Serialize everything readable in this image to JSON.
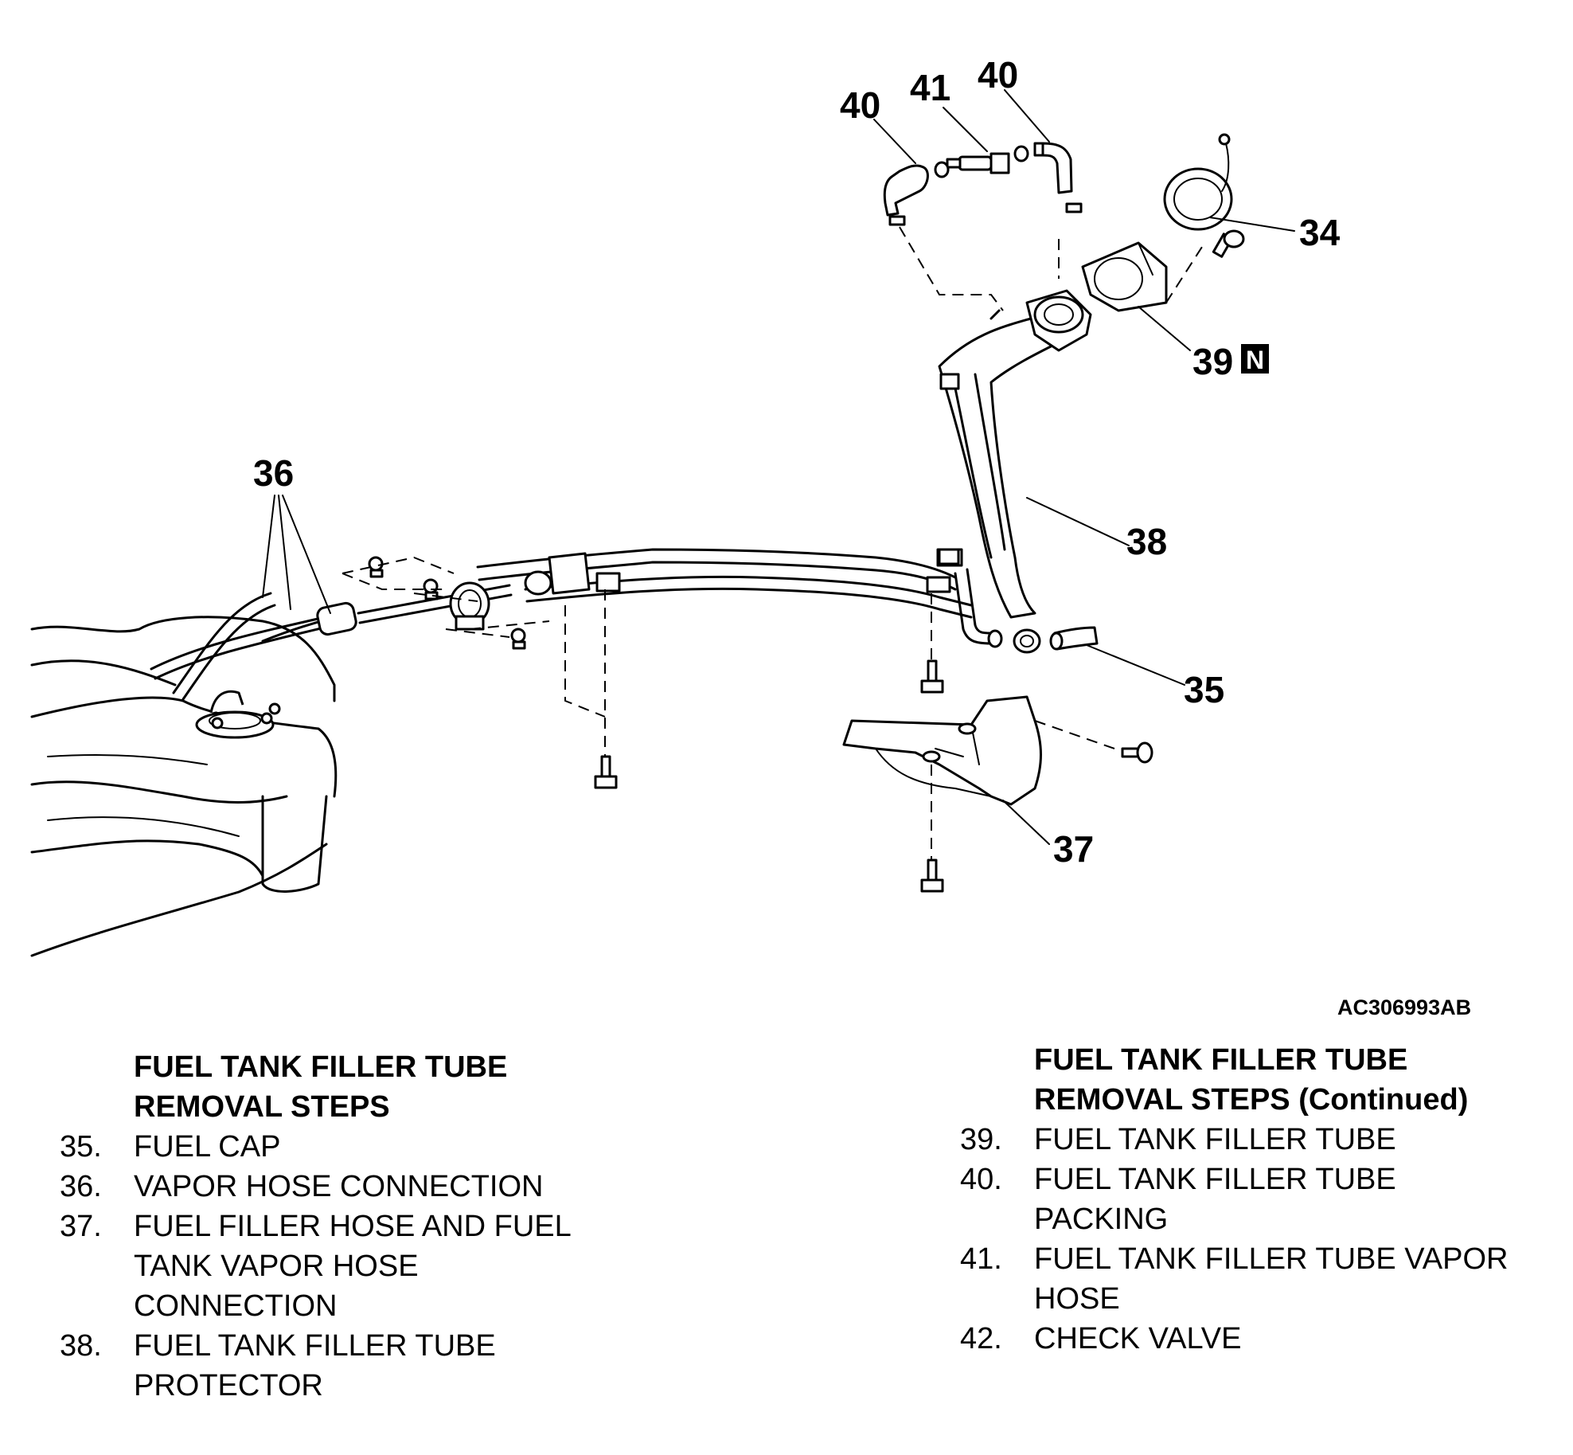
{
  "callouts": {
    "c34": "34",
    "c35": "35",
    "c36": "36",
    "c37": "37",
    "c38": "38",
    "c39": "39",
    "c39_badge": "N",
    "c40_left": "40",
    "c40_right": "40",
    "c41": "41"
  },
  "figure_code": "AC306993AB",
  "left_list": {
    "heading_line1": "FUEL TANK FILLER TUBE",
    "heading_line2": "REMOVAL STEPS",
    "items": [
      {
        "num": "35.",
        "line1": "FUEL CAP",
        "line2": "",
        "line3": ""
      },
      {
        "num": "36.",
        "line1": "VAPOR HOSE CONNECTION",
        "line2": "",
        "line3": ""
      },
      {
        "num": "37.",
        "line1": "FUEL FILLER HOSE AND FUEL",
        "line2": "TANK VAPOR HOSE",
        "line3": "CONNECTION"
      },
      {
        "num": "38.",
        "line1": "FUEL TANK FILLER TUBE",
        "line2": "PROTECTOR",
        "line3": ""
      }
    ]
  },
  "right_list": {
    "heading_line1": "FUEL TANK FILLER TUBE",
    "heading_line2": "REMOVAL STEPS (Continued)",
    "items": [
      {
        "num": "39.",
        "line1": "FUEL TANK FILLER TUBE",
        "line2": ""
      },
      {
        "num": "40.",
        "line1": "FUEL TANK FILLER TUBE",
        "line2": "PACKING"
      },
      {
        "num": "41.",
        "line1": "FUEL TANK FILLER TUBE VAPOR",
        "line2": "HOSE"
      },
      {
        "num": "42.",
        "line1": "CHECK VALVE",
        "line2": ""
      }
    ]
  }
}
